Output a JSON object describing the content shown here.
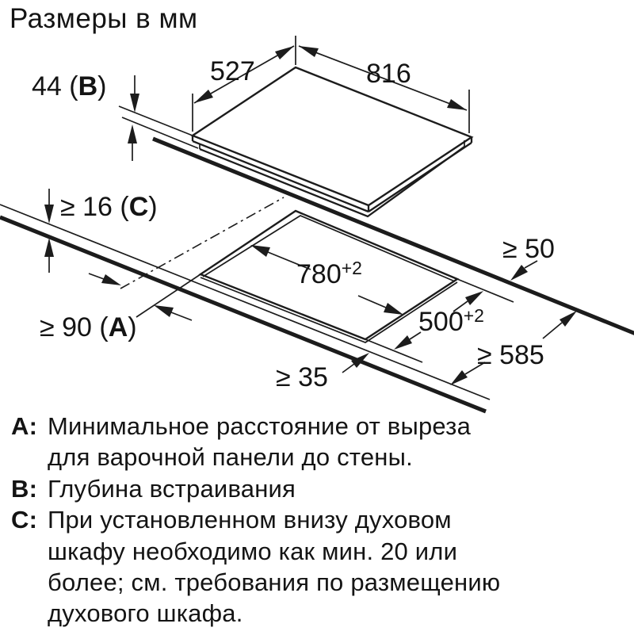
{
  "title": "Размеры в мм",
  "dims": {
    "depth_top": "527",
    "width_top": "816",
    "build_in": {
      "prefix": "44 (",
      "letter": "B",
      "suffix": ")"
    },
    "thickness": {
      "prefix": "≥ 16 (",
      "letter": "C",
      "suffix": ")"
    },
    "side": {
      "prefix": "≥ 90 (",
      "letter": "A",
      "suffix": ")"
    },
    "rear": "≥ 50",
    "front": "≥ 35",
    "worktop_depth": "≥ 585",
    "cutout_width": {
      "value": "780",
      "sup": "+2"
    },
    "cutout_depth": {
      "value": "500",
      "sup": "+2"
    }
  },
  "legend": {
    "items": [
      {
        "letter": "A:",
        "lines": [
          "Минимальное расстояние от выреза",
          "для варочной панели до стены."
        ]
      },
      {
        "letter": "B:",
        "lines": [
          "Глубина встраивания"
        ]
      },
      {
        "letter": "C:",
        "lines": [
          "При установленном внизу духовом",
          "шкафу необходимо как мин. 20 или",
          "более; см. требования по размещению",
          "духового шкафа."
        ]
      }
    ]
  }
}
